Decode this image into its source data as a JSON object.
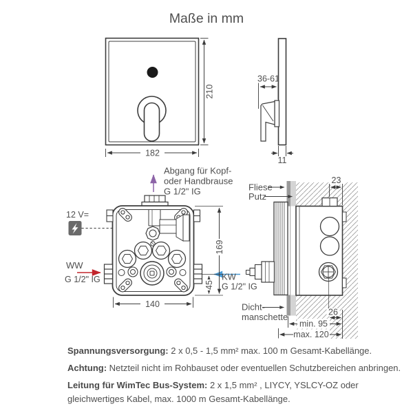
{
  "title": "Maße in mm",
  "front_view": {
    "dim_width": "182",
    "dim_height": "210"
  },
  "side_view": {
    "dim_depth_range": "36-61",
    "dim_plate": "11"
  },
  "box_view": {
    "outlet_line1": "Abgang für Kopf-",
    "outlet_line2": "oder Handbrause",
    "outlet_line3": "G 1/2\" IG",
    "power": "12 V=",
    "warm_water": "WW",
    "warm_water_thread": "G 1/2\" IG",
    "cold_water": "KW",
    "cold_water_thread": "G 1/2\" IG",
    "dim_width": "140",
    "dim_height": "169",
    "dim_inlet": "45"
  },
  "cross_section": {
    "tile": "Fliese",
    "plaster": "Putz",
    "seal_line1": "Dicht-",
    "seal_line2": "manschette",
    "dim_nut": "23",
    "dim_offset": "26",
    "dim_min": "min. 95",
    "dim_max": "max. 120"
  },
  "notes": [
    {
      "label": "Spannungsversorgung:",
      "text": " 2 x 0,5 - 1,5 mm²  max. 100 m Gesamt-Kabellänge."
    },
    {
      "label": "Achtung:",
      "text": " Netzteil nicht im Rohbauset oder eventuellen Schutzbereichen anbringen."
    },
    {
      "label": "Leitung für WimTec Bus-System:",
      "text": " 2 x 1,5 mm² , LIYCY, YSLCY-OZ oder",
      "text_line2": "gleichwertiges Kabel, max. 1000 m Gesamt-Kabellänge."
    }
  ],
  "colors": {
    "line": "#3c3c3c",
    "text": "#4f4f4f",
    "warm_water_arrow": "#c2252c",
    "cold_water_arrow": "#4a9ad4",
    "outlet_arrow": "#8d64a8",
    "power_icon_bg": "#6a6a6a",
    "tile_strip": "#9a9a9a",
    "plaster_strip": "#d4d4d4"
  }
}
